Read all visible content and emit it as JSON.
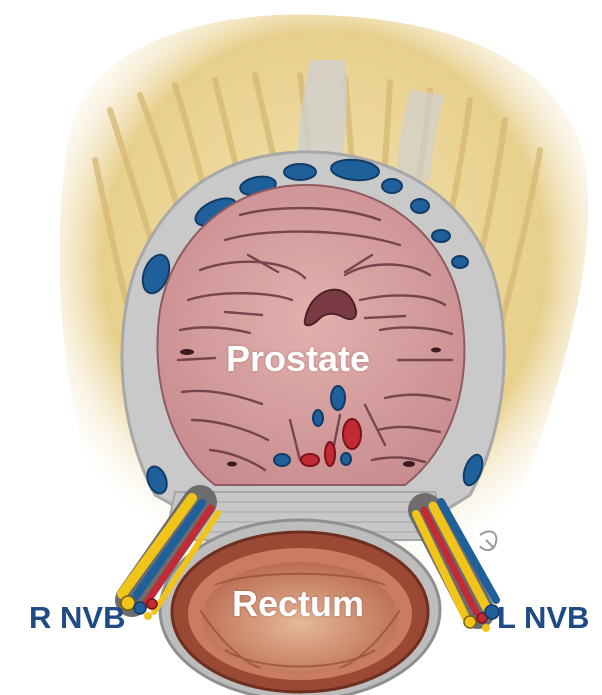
{
  "labels": {
    "prostate": "Prostate",
    "rectum": "Rectum",
    "right_nvb": "R NVB",
    "left_nvb": "L NVB"
  },
  "colors": {
    "background_tissue": "#ecd59a",
    "fascia": "#c9c9c9",
    "prostate": "#d9a0a0",
    "prostate_lines": "#6b3d45",
    "vein": "#1f5f9a",
    "artery": "#c22a35",
    "nerve": "#f0c419",
    "rectum_wall": "#a5553a",
    "label_blue": "#1f4a86"
  }
}
